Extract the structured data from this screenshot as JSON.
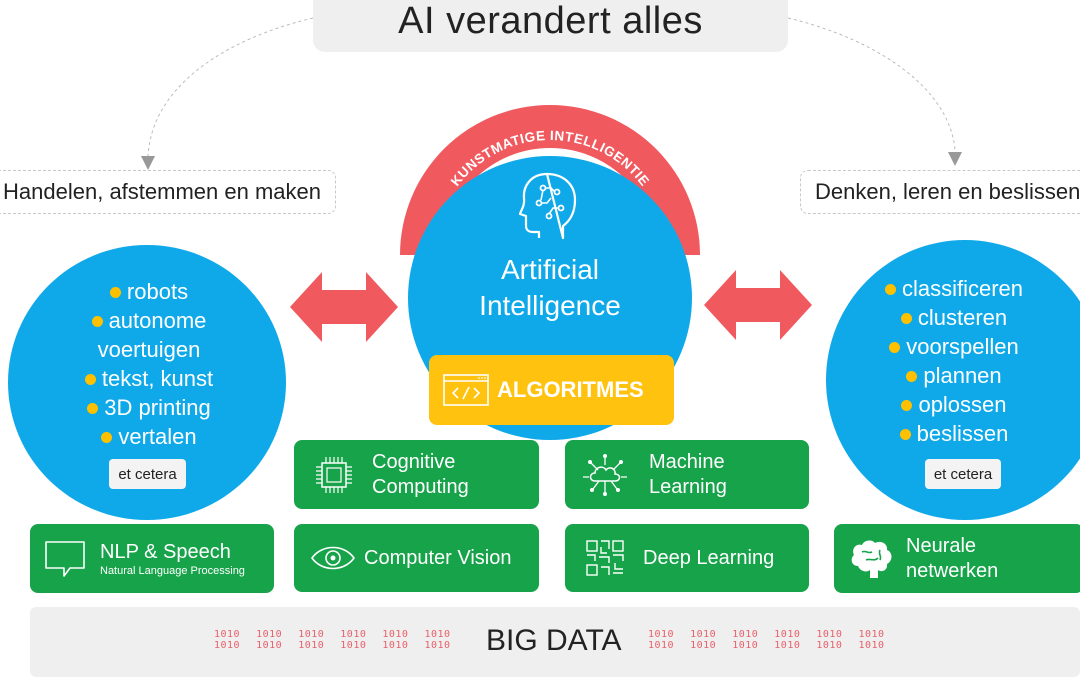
{
  "title": "AI verandert alles",
  "left_label": "Handelen, afstemmen en maken",
  "right_label": "Denken, leren en beslissen",
  "arc_text": "KUNSTMATIGE INTELLIGENTIE",
  "center": {
    "line1": "Artificial",
    "line2": "Intelligence",
    "icon": "brain-head-icon"
  },
  "left_list": [
    "robots",
    "autonome",
    "voertuigen",
    "tekst, kunst",
    "3D printing",
    "vertalen"
  ],
  "right_list": [
    "classificeren",
    "clusteren",
    "voorspellen",
    "plannen",
    "oplossen",
    "beslissen"
  ],
  "etc_label": "et cetera",
  "algorithms": {
    "label": "ALGORITMES",
    "icon": "code-window-icon"
  },
  "boxes": {
    "cognitive": {
      "line1": "Cognitive",
      "line2": "Computing",
      "icon": "chip-icon"
    },
    "machine": {
      "line1": "Machine",
      "line2": "Learning",
      "icon": "cloud-network-icon"
    },
    "nlp": {
      "line1": "NLP & Speech",
      "sub": "Natural Language Processing",
      "icon": "speech-bubble-icon"
    },
    "vision": {
      "label": "Computer Vision",
      "icon": "eye-icon"
    },
    "deep": {
      "label": "Deep Learning",
      "icon": "qr-icon"
    },
    "neural": {
      "line1": "Neurale",
      "line2": "netwerken",
      "icon": "brain-icon"
    }
  },
  "big_data": {
    "label": "BIG DATA",
    "bits": "1010"
  },
  "colors": {
    "blue": "#0fa9e9",
    "green": "#17a34a",
    "yellow": "#ffc20e",
    "red": "#f05a5f",
    "dot": "#ffc000"
  }
}
